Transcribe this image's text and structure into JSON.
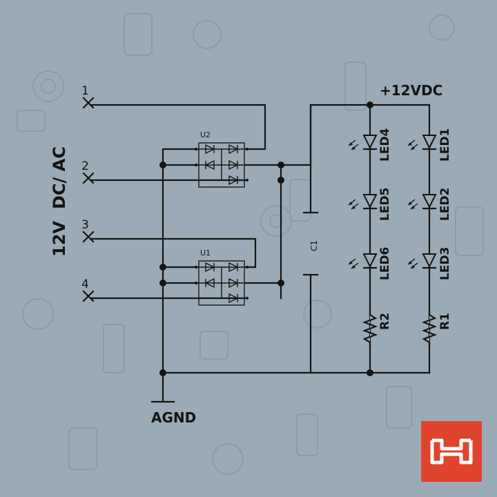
{
  "labels": {
    "supply": "+12VDC",
    "input_desc_volts": "12V",
    "input_desc_type": "DC/ AC",
    "ground": "AGND",
    "cap": "C1"
  },
  "pins": [
    "1",
    "2",
    "3",
    "4"
  ],
  "ics": [
    "U2",
    "U1"
  ],
  "leds": [
    "LED4",
    "LED5",
    "LED6",
    "LED1",
    "LED2",
    "LED3"
  ],
  "resistors": [
    "R2",
    "R1"
  ],
  "colors": {
    "background": "#9aabb7",
    "wire": "#141414",
    "logo": "#e0432b"
  },
  "icons": [
    "bridge-rectifier-icon",
    "led-icon",
    "resistor-icon",
    "capacitor-icon",
    "ground-icon",
    "brand-logo-icon"
  ]
}
